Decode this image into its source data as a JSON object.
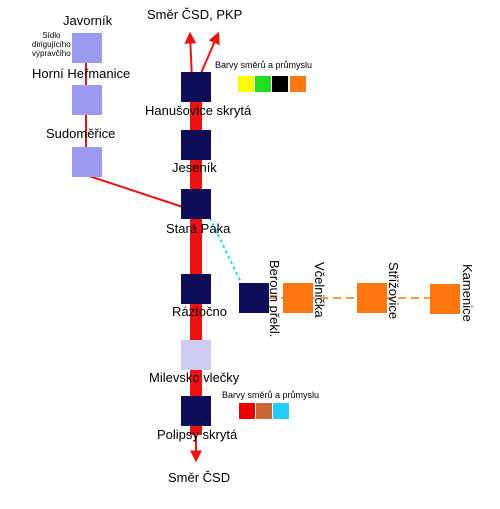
{
  "labels": {
    "north_direction": "Směr ČSD, PKP",
    "south_direction": "Směr ČSD",
    "javornik": "Javorník",
    "dispatch_seat_1": "Sídlo",
    "dispatch_seat_2": "dirigujícího",
    "dispatch_seat_3": "výpravčího",
    "horni_hermanice": "Horní Heřmanice",
    "sudomerice": "Sudoměřice",
    "hanusovice": "Hanušovice skrytá",
    "jesenik": "Jeseník",
    "stara_paka": "Stará Paka",
    "raztocno": "Ráztočno",
    "milevsko": "Milevsko vlečky",
    "polipsy": "Polipsy skrytá",
    "beroun": "Beroun překl.",
    "vcelnicka": "Včelnička",
    "strizovice": "Střížovice",
    "kamenice": "Kamenice",
    "legend_top_title": "Barvy směrů a průmyslu",
    "legend_bottom_title": "Barvy směrů a průmyslu"
  },
  "colors": {
    "main_line": "#ee1111",
    "station_main": "#0d0d5a",
    "station_branch": "#9999ee",
    "station_siding": "#ccccf4",
    "station_orange": "#ff7711",
    "link_cyan": "#22dddd",
    "link_orange": "#ff9944"
  },
  "legend_top": [
    {
      "name": "yellow",
      "color": "#ffff00"
    },
    {
      "name": "green",
      "color": "#22dd22"
    },
    {
      "name": "black",
      "color": "#000000"
    },
    {
      "name": "orange",
      "color": "#ff7711"
    }
  ],
  "legend_bottom": [
    {
      "name": "red",
      "color": "#ee0000"
    },
    {
      "name": "brown",
      "color": "#cc6633"
    },
    {
      "name": "cyan",
      "color": "#22ccff"
    }
  ]
}
